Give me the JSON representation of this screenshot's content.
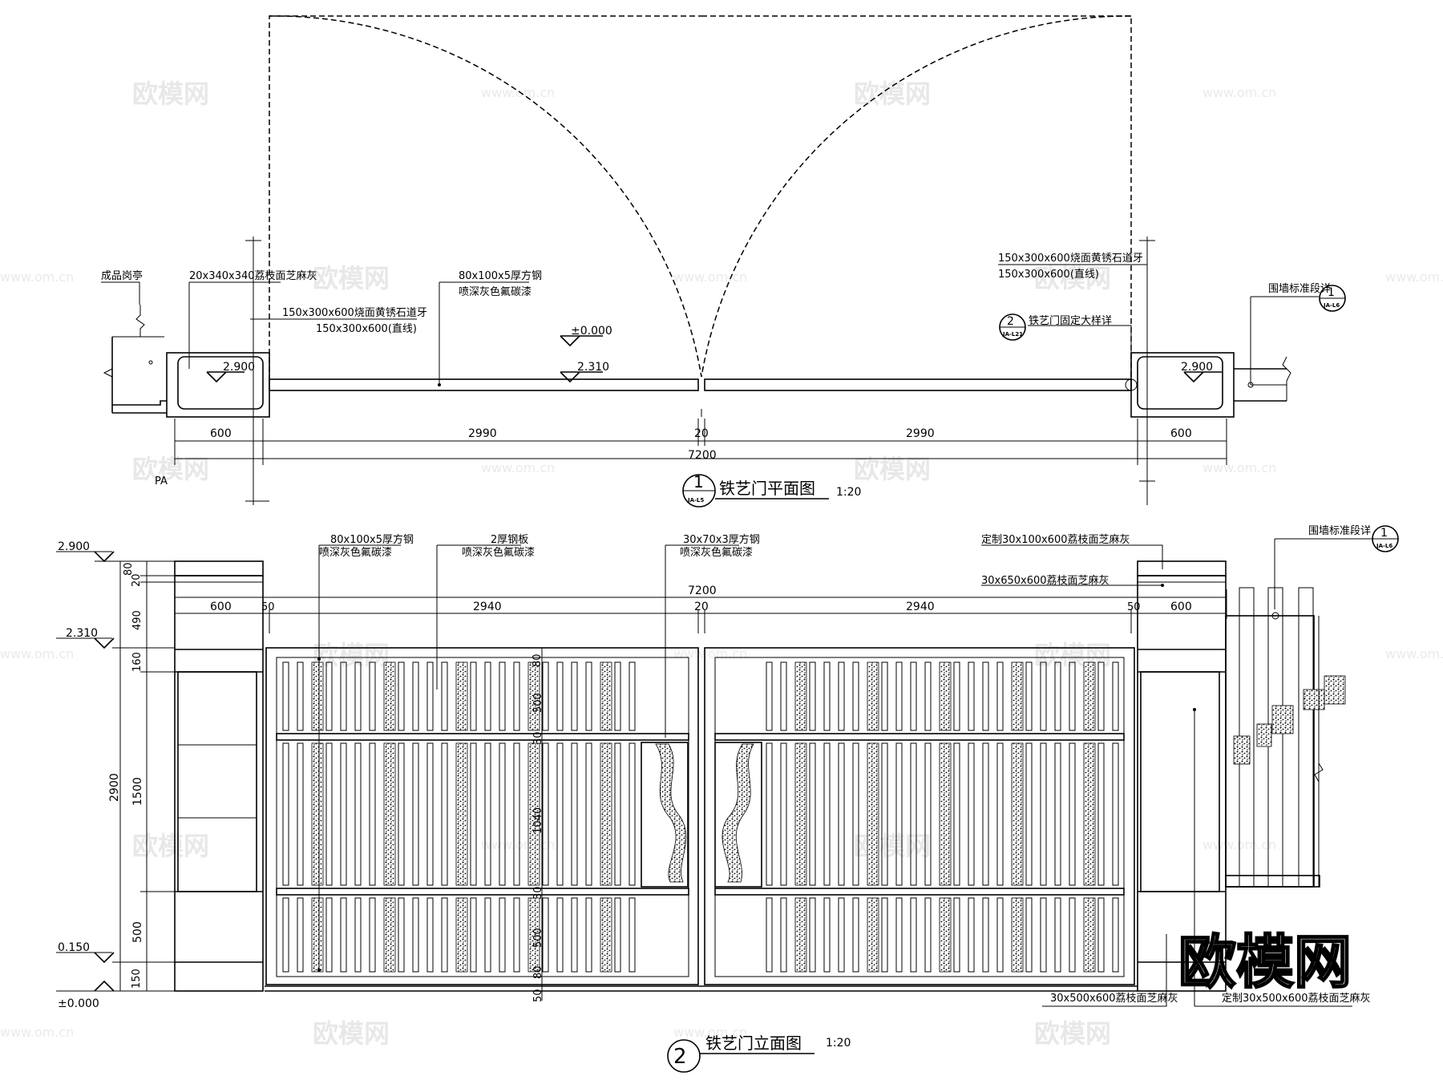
{
  "plan": {
    "title": "铁艺门平面图",
    "scale": "1:20",
    "symbol_num": "1",
    "symbol_ref": "JA-L5",
    "labels": {
      "kiosk": "成品岗亭",
      "pillar_cap": "20x340x340荔枝面芝麻灰",
      "curb_left_1": "150x300x600烧面黄锈石道牙",
      "curb_left_2": "150x300x600(直线)",
      "steel": "80x100x5厚方钢",
      "steel_paint": "喷深灰色氟碳漆",
      "curb_right_1": "150x300x600烧面黄锈石道牙",
      "curb_right_2": "150x300x600(直线)",
      "fix_detail": "铁艺门固定大样详",
      "wall_std": "围墙标准段详",
      "pa": "PA"
    },
    "symbol_fix": {
      "num": "2",
      "ref": "JA-L21"
    },
    "symbol_wall": {
      "num": "1",
      "ref": "JA-L6"
    },
    "levels": {
      "pillar_left": "2.900",
      "pillar_right": "2.900",
      "ground": "±0.000",
      "gate": "2.310"
    },
    "dims": {
      "left": "600",
      "leaf_left": "2990",
      "gap": "20",
      "leaf_right": "2990",
      "right": "600",
      "total": "7200"
    }
  },
  "elevation": {
    "title": "铁艺门立面图",
    "scale": "1:20",
    "symbol_num": "2",
    "labels": {
      "steel": "80x100x5厚方钢",
      "steel_paint": "喷深灰色氟碳漆",
      "plate": "2厚钢板",
      "plate_paint": "喷深灰色氟碳漆",
      "tube": "30x70x3厚方钢",
      "tube_paint": "喷深灰色氟碳漆",
      "custom_cap": "定制30x100x600荔枝面芝麻灰",
      "stone_650": "30x650x600荔枝面芝麻灰",
      "wall_std": "围墙标准段详",
      "stone_500": "30x500x600荔枝面芝麻灰",
      "custom_500": "定制30x500x600荔枝面芝麻灰"
    },
    "symbol_wall": {
      "num": "1",
      "ref": "JA-L6"
    },
    "levels": {
      "top": "2.900",
      "gate": "2.310",
      "base": "0.150",
      "ground": "±0.000"
    },
    "dims_top": {
      "total": "7200",
      "left": "600",
      "gap_l": "50",
      "leaf_left": "2940",
      "gap": "20",
      "leaf_right": "2940",
      "gap_r": "50",
      "right": "600"
    },
    "dims_vert": {
      "d80": "80",
      "d20": "20",
      "d490": "490",
      "d160": "160",
      "d1500": "1500",
      "d500": "500",
      "d150": "150",
      "total": "2900"
    },
    "dims_inner": {
      "i80a": "80",
      "i500a": "500",
      "i30a": "30",
      "i1040": "1040",
      "i30b": "30",
      "i500b": "500",
      "i80b": "80",
      "i50": "50"
    }
  },
  "watermark": {
    "brand": "欧模网",
    "url": "www.om.cn"
  }
}
